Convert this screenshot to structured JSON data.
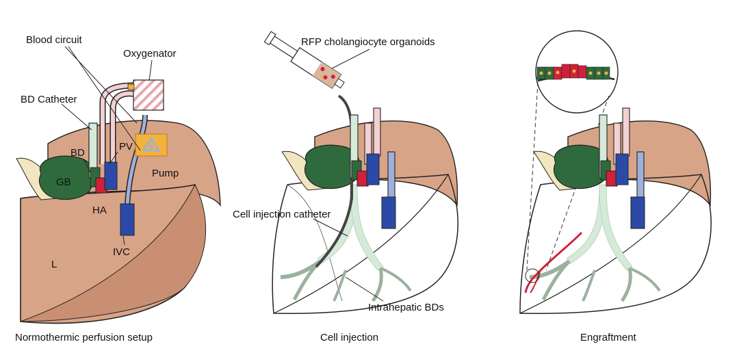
{
  "colors": {
    "liver": "#d8a487",
    "liver_dark": "#c98f72",
    "liver_shade": "#bf8b70",
    "gallbladder": "#2f6a3d",
    "ligament": "#f1e6bf",
    "bile_duct": "#d6ead9",
    "portal_vein": "#f3d1d3",
    "ivc": "#2b4aa8",
    "ivc_light": "#9fb0da",
    "hepatic_artery": "#d0213a",
    "oxygenator_stripe": "#e7a7a7",
    "pump": "#f2b23c",
    "organoid_red": "#d0213a",
    "organoid_green": "#2f6a3d",
    "nucleus": "#f2b23c"
  },
  "panel1": {
    "labels": {
      "blood_circuit": "Blood circuit",
      "oxygenator": "Oxygenator",
      "bd_catheter": "BD Catheter",
      "bd": "BD",
      "pv": "PV",
      "pump": "Pump",
      "gb": "GB",
      "ha": "HA",
      "ivc": "IVC",
      "l": "L"
    },
    "caption": "Normothermic perfusion setup"
  },
  "panel2": {
    "labels": {
      "rfp": "RFP cholangiocyte organoids",
      "cell_injection_catheter": "Cell injection catheter",
      "intrahepatic_bds": "Intrahepatic BDs"
    },
    "caption": "Cell injection"
  },
  "panel3": {
    "caption": "Engraftment"
  },
  "icons": [
    "syringe-icon",
    "pump-icon",
    "oxygenator-icon",
    "magnifier-inset-icon"
  ]
}
